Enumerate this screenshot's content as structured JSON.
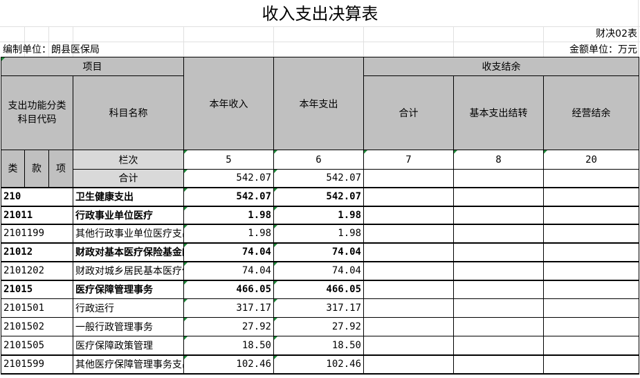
{
  "title": "收入支出决算表",
  "form_code": "财决02表",
  "unit_label": "编制单位：朗县医保局",
  "amount_unit": "金额单位：万元",
  "headers": {
    "item": "项目",
    "function_code": "支出功能分类科目代码",
    "subject_name": "科目名称",
    "income": "本年收入",
    "expense": "本年支出",
    "balance_group": "收支结余",
    "total": "合计",
    "basic_carryover": "基本支出结转",
    "operating_balance": "经营结余",
    "lei": "类",
    "kuan": "款",
    "xiang": "项",
    "column_no": "栏次",
    "col_income": "5",
    "col_expense": "6",
    "col_total": "7",
    "col_basic": "8",
    "col_operating": "20"
  },
  "summary": {
    "label": "合计",
    "income": "542.07",
    "expense": "542.07"
  },
  "rows": [
    {
      "code": "210",
      "name": "卫生健康支出",
      "income": "542.07",
      "expense": "542.07"
    },
    {
      "code": "21011",
      "name": "行政事业单位医疗",
      "income": "1.98",
      "expense": "1.98"
    },
    {
      "code": "2101199",
      "name": "其他行政事业单位医疗支出",
      "income": "1.98",
      "expense": "1.98"
    },
    {
      "code": "21012",
      "name": "财政对基本医疗保险基金的补助",
      "income": "74.04",
      "expense": "74.04"
    },
    {
      "code": "2101202",
      "name": "财政对城乡居民基本医疗保险基金的补助",
      "income": "74.04",
      "expense": "74.04"
    },
    {
      "code": "21015",
      "name": "医疗保障管理事务",
      "income": "466.05",
      "expense": "466.05"
    },
    {
      "code": "2101501",
      "name": "行政运行",
      "income": "317.17",
      "expense": "317.17"
    },
    {
      "code": "2101502",
      "name": "一般行政管理事务",
      "income": "27.92",
      "expense": "27.92"
    },
    {
      "code": "2101505",
      "name": "医疗保障政策管理",
      "income": "18.50",
      "expense": "18.50"
    },
    {
      "code": "2101599",
      "name": "其他医疗保障管理事务支出",
      "income": "102.46",
      "expense": "102.46"
    }
  ]
}
